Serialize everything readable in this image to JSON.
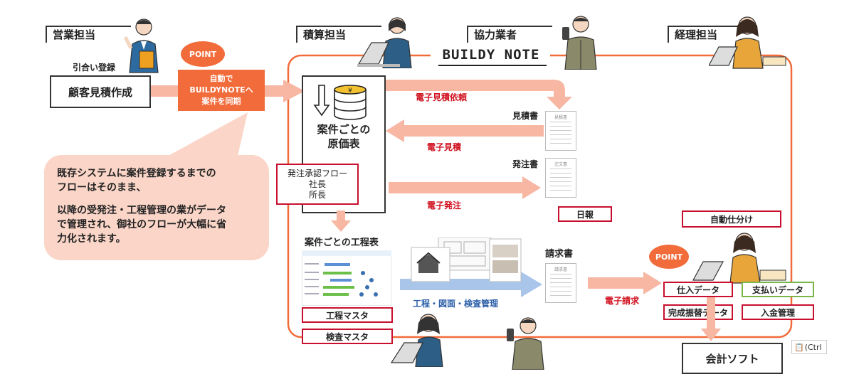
{
  "roles": {
    "sales": "営業担当",
    "estimator": "積算担当",
    "partner": "協力業者",
    "accounting": "経理担当"
  },
  "logo": "BUILDY NOTE",
  "sales_flow": {
    "inquiry_label": "引合い登録",
    "customer_quote": "顧客見積作成"
  },
  "point_badge": "POINT",
  "sync_box": [
    "自動で",
    "BUILDYNOTEへ",
    "案件を同期"
  ],
  "callout": {
    "line1": "既存システムに案件登録するまでの",
    "line2": "フローはそのまま、",
    "line3": "以降の受発注・工程管理の業がデータ",
    "line4": "で管理され、御社のフローが大幅に省",
    "line5": "力化されます。"
  },
  "cost_table": {
    "title_line1": "案件ごとの",
    "title_line2": "原価表"
  },
  "approval_box": [
    "発注承認フロー",
    "社長",
    "所長"
  ],
  "schedule_title": "案件ごとの工程表",
  "masters": {
    "process": "工程マスタ",
    "inspection": "検査マスタ"
  },
  "flows": {
    "quote_request": "電子見積依頼",
    "quote": "電子見積",
    "order": "電子発注",
    "invoice": "電子請求",
    "process_mgmt": "工程・図面・検査管理"
  },
  "documents": {
    "estimate": "見積書",
    "order_doc": "発注書",
    "invoice_doc": "請求書",
    "estimate_header": "見積書",
    "order_header": "注文書",
    "invoice_header": "請求書"
  },
  "daily_report": "日報",
  "accounting": {
    "auto_journal": "自動仕分け",
    "purchase_data": "仕入データ",
    "payment_data": "支払いデータ",
    "completion_data": "完成振替データ",
    "receipt_mgmt": "入金管理",
    "software": "会計ソフト"
  },
  "paste_hint": "(Ctrl",
  "colors": {
    "accent_orange": "#f26b3a",
    "flow_salmon": "#f7b7a3",
    "red_border": "#c8102e",
    "green_border": "#7ab648",
    "blue_arrow": "#a9c6ea"
  }
}
